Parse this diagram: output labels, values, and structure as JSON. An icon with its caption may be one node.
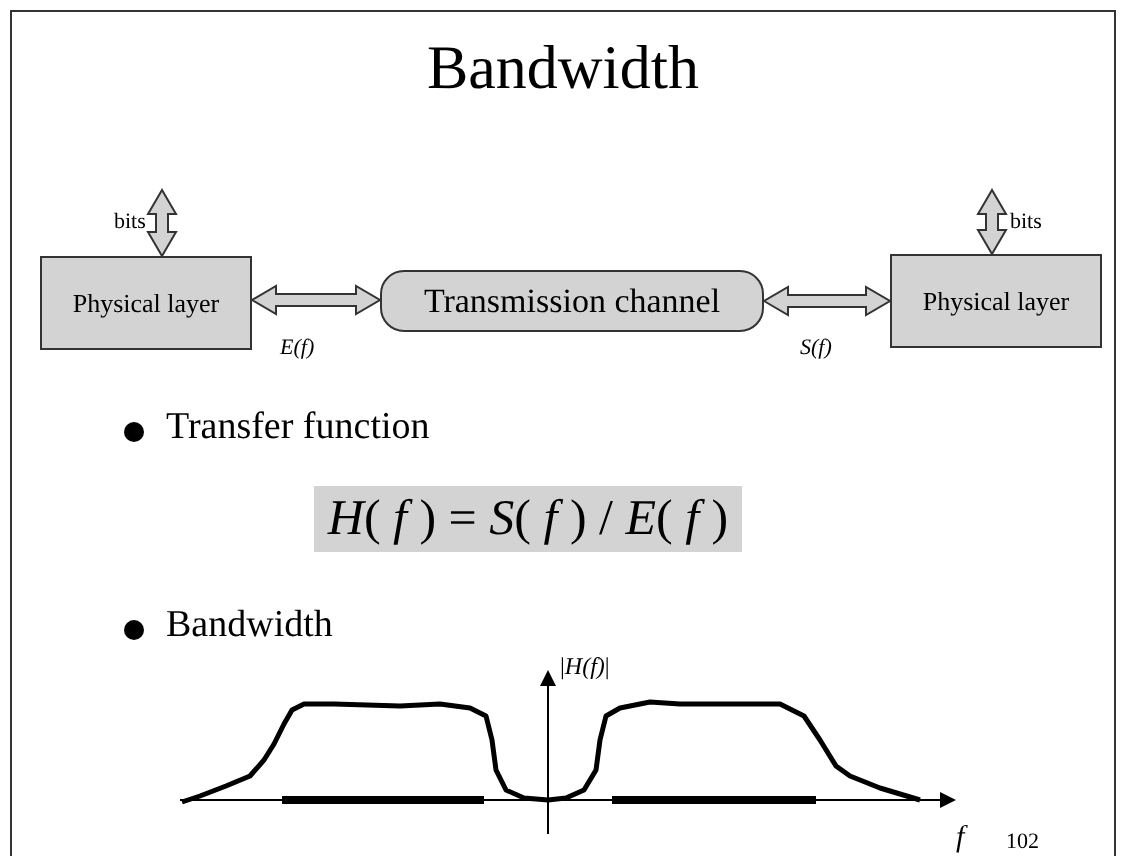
{
  "diagram": {
    "title": "Bandwidth",
    "nodes": [
      {
        "text": [
          "Physical layer"
        ]
      },
      {
        "text": [
          "Transmission channel"
        ]
      },
      {
        "text": [
          "Physical layer"
        ]
      },
      {
        "text": [
          "*H*( *f* ) = *S*( *f* ) / *E*( *f* )"
        ]
      }
    ],
    "edges": [
      {
        "from": null,
        "to": 0,
        "arrow": "both",
        "label": "bits"
      },
      {
        "from": null,
        "to": 2,
        "arrow": "both",
        "label": "bits"
      },
      {
        "from": 0,
        "to": 1,
        "arrow": "both",
        "label": "E(f)"
      },
      {
        "from": 1,
        "to": 2,
        "arrow": "both",
        "label": "S(f)"
      }
    ],
    "labels": [
      "Transfer function",
      "Bandwidth",
      "|*H(f)*|",
      "f",
      "102"
    ]
  }
}
